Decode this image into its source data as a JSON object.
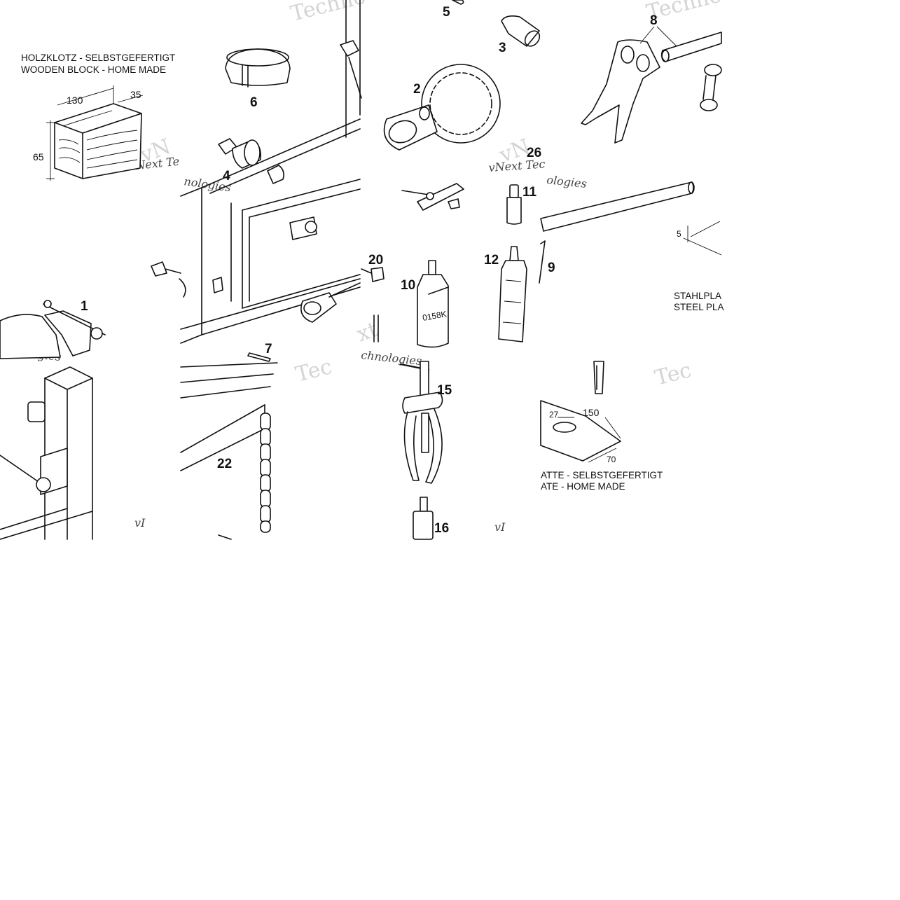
{
  "captions": {
    "wooden_block_de": "HOLZKLOTZ - SELBSTGEFERTIGT",
    "wooden_block_en": "WOODEN BLOCK - HOME MADE",
    "steel_plate_de_left": "STAHLPLA",
    "steel_plate_en_left": "STEEL PLA",
    "steel_plate_de_right": "ATTE - SELBSTGEFERTIGT",
    "steel_plate_en_right": "ATE - HOME MADE"
  },
  "dimensions": {
    "block_length": "130",
    "block_depth": "35",
    "block_height": "65",
    "plate_length": "150",
    "plate_hole": "27",
    "plate_width": "70",
    "plate_thickness": "5"
  },
  "part_numbers": {
    "p1": "1",
    "p2": "2",
    "p3": "3",
    "p4": "4",
    "p5": "5",
    "p6": "6",
    "p7": "7",
    "p8": "8",
    "p9": "9",
    "p10": "10",
    "p11": "11",
    "p12": "12",
    "p15": "15",
    "p16": "16",
    "p20": "20",
    "p22": "22",
    "p26": "26"
  },
  "watermarks": {
    "w1": "Techno",
    "w2": "Techno",
    "w3": "vNext Te",
    "w4": "vNext Tec",
    "w5": "nologies",
    "w6": "ologies",
    "w7": "Tec",
    "w8": "Tec",
    "w9": "chnologies",
    "w10": "chnologies",
    "w11": "vN",
    "w12": "vN",
    "w13": "xt",
    "w14": "xt",
    "w15": "vI",
    "w16": "vI"
  },
  "product_labels": {
    "bottle_10": "0158K"
  }
}
